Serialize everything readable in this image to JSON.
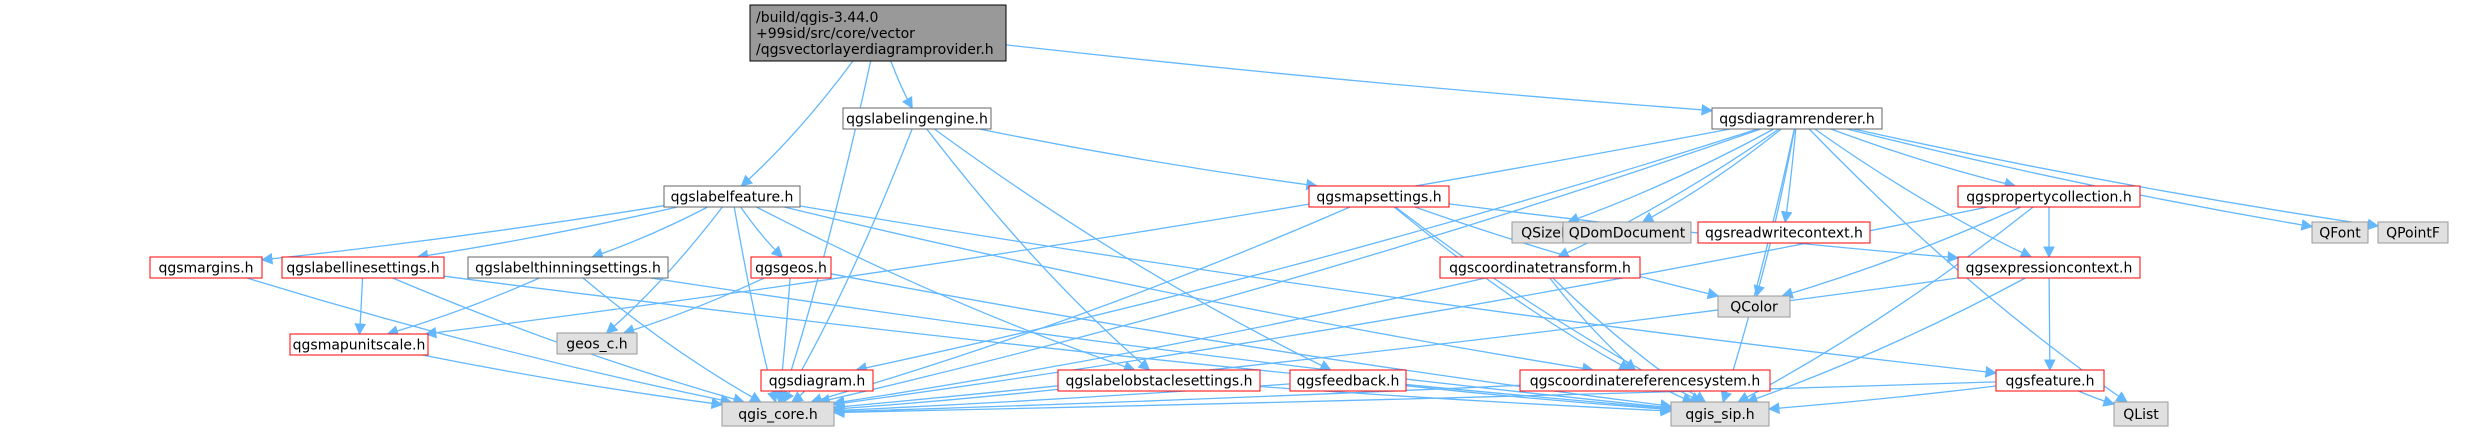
{
  "diagram": {
    "colors": {
      "edge": "#63b8ff",
      "root_fill": "#999999",
      "documented_stroke": "#666666",
      "has_issue_stroke": "#ff0000",
      "external_fill": "#e0e0e0",
      "external_stroke": "#999999",
      "text": "#000000"
    },
    "nodes": [
      {
        "id": "root",
        "lines": [
          "/build/qgis-3.44.0",
          "+99sid/src/core/vector",
          "/qgsvectorlayerdiagramprovider.h"
        ],
        "kind": "root"
      },
      {
        "id": "labelingengine",
        "lines": [
          "qgslabelingengine.h"
        ],
        "kind": "documented"
      },
      {
        "id": "diagramrenderer",
        "lines": [
          "qgsdiagramrenderer.h"
        ],
        "kind": "documented"
      },
      {
        "id": "labelfeature",
        "lines": [
          "qgslabelfeature.h"
        ],
        "kind": "documented"
      },
      {
        "id": "mapsettings",
        "lines": [
          "qgsmapsettings.h"
        ],
        "kind": "incomplete"
      },
      {
        "id": "sizef",
        "lines": [
          "QSizeF"
        ],
        "kind": "external"
      },
      {
        "id": "domdocument",
        "lines": [
          "QDomDocument"
        ],
        "kind": "external"
      },
      {
        "id": "readwritecontext",
        "lines": [
          "qgsreadwritecontext.h"
        ],
        "kind": "incomplete"
      },
      {
        "id": "propertycollection",
        "lines": [
          "qgspropertycollection.h"
        ],
        "kind": "incomplete"
      },
      {
        "id": "font",
        "lines": [
          "QFont"
        ],
        "kind": "external"
      },
      {
        "id": "pointf",
        "lines": [
          "QPointF"
        ],
        "kind": "external"
      },
      {
        "id": "margins",
        "lines": [
          "qgsmargins.h"
        ],
        "kind": "incomplete"
      },
      {
        "id": "labellinesettings",
        "lines": [
          "qgslabellinesettings.h"
        ],
        "kind": "incomplete"
      },
      {
        "id": "labelthinningsettings",
        "lines": [
          "qgslabelthinningsettings.h"
        ],
        "kind": "documented"
      },
      {
        "id": "geos",
        "lines": [
          "qgsgeos.h"
        ],
        "kind": "incomplete"
      },
      {
        "id": "color",
        "lines": [
          "QColor"
        ],
        "kind": "external"
      },
      {
        "id": "coordinatetransform",
        "lines": [
          "qgscoordinatetransform.h"
        ],
        "kind": "incomplete"
      },
      {
        "id": "expressioncontext",
        "lines": [
          "qgsexpressioncontext.h"
        ],
        "kind": "incomplete"
      },
      {
        "id": "mapunitscale",
        "lines": [
          "qgsmapunitscale.h"
        ],
        "kind": "incomplete"
      },
      {
        "id": "geos_c",
        "lines": [
          "geos_c.h"
        ],
        "kind": "external"
      },
      {
        "id": "diagram",
        "lines": [
          "qgsdiagram.h"
        ],
        "kind": "incomplete"
      },
      {
        "id": "labelobstaclesettings",
        "lines": [
          "qgslabelobstaclesettings.h"
        ],
        "kind": "incomplete"
      },
      {
        "id": "feedback",
        "lines": [
          "qgsfeedback.h"
        ],
        "kind": "incomplete"
      },
      {
        "id": "coordinatereferencesystem",
        "lines": [
          "qgscoordinatereferencesystem.h"
        ],
        "kind": "incomplete"
      },
      {
        "id": "feature",
        "lines": [
          "qgsfeature.h"
        ],
        "kind": "incomplete"
      },
      {
        "id": "qgis_core",
        "lines": [
          "qgis_core.h"
        ],
        "kind": "external"
      },
      {
        "id": "qgis_sip",
        "lines": [
          "qgis_sip.h"
        ],
        "kind": "external"
      },
      {
        "id": "qlist",
        "lines": [
          "QList"
        ],
        "kind": "external"
      }
    ],
    "edges": [
      [
        "root",
        "qgis_core"
      ],
      [
        "root",
        "labelfeature"
      ],
      [
        "root",
        "labelingengine"
      ],
      [
        "root",
        "diagramrenderer"
      ],
      [
        "labelingengine",
        "mapsettings"
      ],
      [
        "labelingengine",
        "qgis_core"
      ],
      [
        "labelingengine",
        "labelobstaclesettings"
      ],
      [
        "labelingengine",
        "feedback"
      ],
      [
        "diagramrenderer",
        "qgis_core"
      ],
      [
        "diagramrenderer",
        "sizef"
      ],
      [
        "diagramrenderer",
        "domdocument"
      ],
      [
        "diagramrenderer",
        "readwritecontext"
      ],
      [
        "diagramrenderer",
        "propertycollection"
      ],
      [
        "diagramrenderer",
        "font"
      ],
      [
        "diagramrenderer",
        "pointf"
      ],
      [
        "diagramrenderer",
        "color"
      ],
      [
        "diagramrenderer",
        "expressioncontext"
      ],
      [
        "diagramrenderer",
        "coordinatetransform"
      ],
      [
        "diagramrenderer",
        "diagram"
      ],
      [
        "diagramrenderer",
        "mapunitscale"
      ],
      [
        "diagramrenderer",
        "qgis_sip"
      ],
      [
        "diagramrenderer",
        "qlist"
      ],
      [
        "labelfeature",
        "qgis_core"
      ],
      [
        "labelfeature",
        "margins"
      ],
      [
        "labelfeature",
        "labellinesettings"
      ],
      [
        "labelfeature",
        "labelthinningsettings"
      ],
      [
        "labelfeature",
        "geos"
      ],
      [
        "labelfeature",
        "geos_c"
      ],
      [
        "labelfeature",
        "labelobstaclesettings"
      ],
      [
        "labelfeature",
        "coordinatereferencesystem"
      ],
      [
        "labelfeature",
        "feature"
      ],
      [
        "mapsettings",
        "qgis_core"
      ],
      [
        "mapsettings",
        "qgis_sip"
      ],
      [
        "mapsettings",
        "color"
      ],
      [
        "mapsettings",
        "expressioncontext"
      ],
      [
        "mapsettings",
        "coordinatereferencesystem"
      ],
      [
        "propertycollection",
        "qgis_core"
      ],
      [
        "propertycollection",
        "qgis_sip"
      ],
      [
        "propertycollection",
        "color"
      ],
      [
        "propertycollection",
        "expressioncontext"
      ],
      [
        "margins",
        "qgis_core"
      ],
      [
        "labellinesettings",
        "qgis_core"
      ],
      [
        "labellinesettings",
        "qgis_sip"
      ],
      [
        "labellinesettings",
        "mapunitscale"
      ],
      [
        "labelthinningsettings",
        "qgis_core"
      ],
      [
        "labelthinningsettings",
        "qgis_sip"
      ],
      [
        "labelthinningsettings",
        "mapunitscale"
      ],
      [
        "geos",
        "qgis_core"
      ],
      [
        "geos",
        "geos_c"
      ],
      [
        "geos",
        "qgis_sip"
      ],
      [
        "coordinatetransform",
        "qgis_core"
      ],
      [
        "coordinatetransform",
        "qgis_sip"
      ],
      [
        "coordinatetransform",
        "coordinatereferencesystem"
      ],
      [
        "expressioncontext",
        "qgis_core"
      ],
      [
        "expressioncontext",
        "qgis_sip"
      ],
      [
        "expressioncontext",
        "feature"
      ],
      [
        "mapunitscale",
        "qgis_core"
      ],
      [
        "diagram",
        "qgis_core"
      ],
      [
        "labelobstaclesettings",
        "qgis_core"
      ],
      [
        "labelobstaclesettings",
        "qgis_sip"
      ],
      [
        "feedback",
        "qgis_core"
      ],
      [
        "feedback",
        "qgis_sip"
      ],
      [
        "coordinatereferencesystem",
        "qgis_core"
      ],
      [
        "coordinatereferencesystem",
        "qgis_sip"
      ],
      [
        "feature",
        "qgis_core"
      ],
      [
        "feature",
        "qgis_sip"
      ],
      [
        "feature",
        "qlist"
      ]
    ]
  }
}
